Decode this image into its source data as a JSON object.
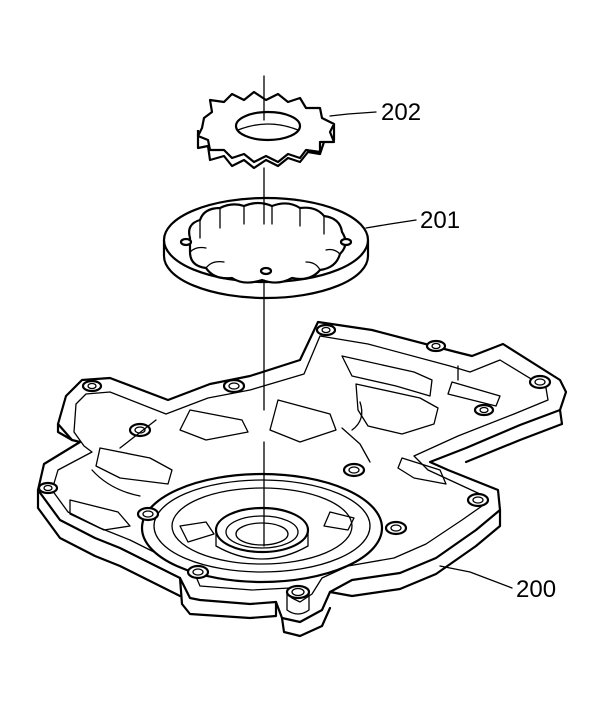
{
  "callouts": {
    "gear": "202",
    "ring": "201",
    "plate": "200"
  }
}
